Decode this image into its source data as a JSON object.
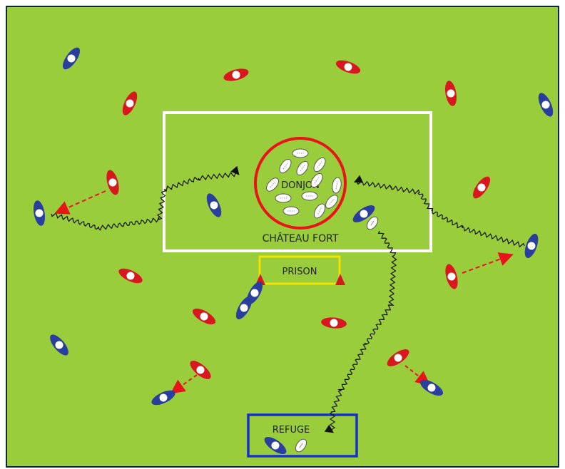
{
  "labels": {
    "donjon": "DONJON",
    "chateau": "CHÂTEAU FORT",
    "prison": "PRISON",
    "refuge": "REFUGE"
  },
  "colors": {
    "field": "#9ACD3C",
    "frame": "#0E2546",
    "red_team": "#D7191F",
    "blue_team": "#2A3E9E",
    "chateau_border": "#FFFFFF",
    "donjon_border": "#E8141A",
    "prison_border": "#F2E400",
    "refuge_border": "#1630C8",
    "run_line": "#111111",
    "pass_arrow": "#E8141A"
  },
  "icons": {
    "player": "player-icon",
    "ball": "rugby-ball-icon",
    "cone": "cone-icon"
  }
}
